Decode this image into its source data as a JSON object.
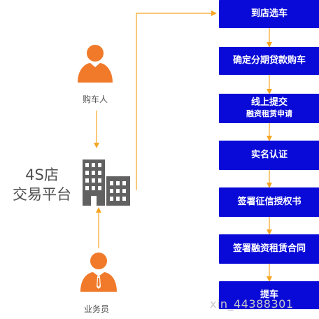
{
  "diagram": {
    "people": {
      "buyer": {
        "label": "购车人"
      },
      "salesperson": {
        "label": "业务员"
      }
    },
    "platform": {
      "line1": "4S店",
      "line2": "交易平台"
    },
    "steps": [
      {
        "main": "到店选车"
      },
      {
        "main": "确定分期贷款购车"
      },
      {
        "main": "线上提交",
        "sub": "融资租赁申请"
      },
      {
        "main": "实名认证"
      },
      {
        "main": "签署征信授权书"
      },
      {
        "main": "签署融资租赁合同"
      },
      {
        "main": "提车"
      }
    ],
    "watermark": "xin_44388301",
    "colors": {
      "step_box": "#0a0ad8",
      "arrow": "#f5a623",
      "person_icon": "#f07a2a",
      "building": "#616161"
    }
  }
}
